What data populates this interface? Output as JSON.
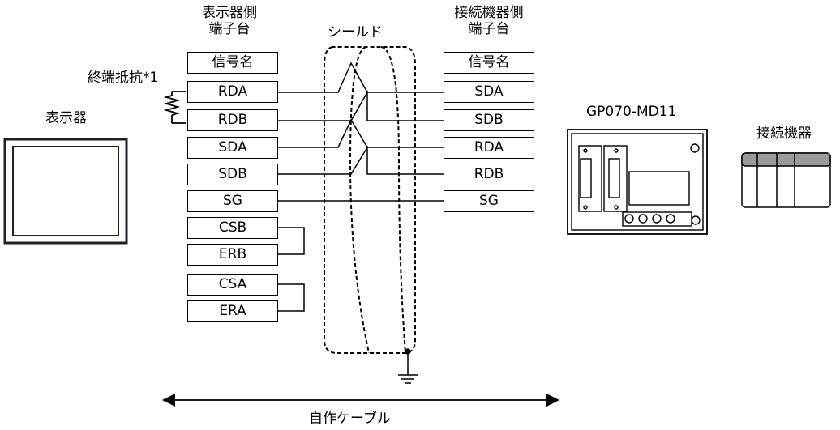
{
  "display_side_header": [
    "表示器側",
    "端子台"
  ],
  "device_side_header": [
    "接続機器側",
    "端子台"
  ],
  "shield_label": "シールド",
  "terminator_label": "終端抵抗*1",
  "display_label": "表示器",
  "module_label": "GP070-MD11",
  "device_label": "接続機器",
  "cable_label": "自作ケーブル",
  "display_terminal": {
    "header": "信号名",
    "signals": [
      "RDA",
      "RDB",
      "SDA",
      "SDB",
      "SG",
      "CSB",
      "ERB",
      "CSA",
      "ERA"
    ]
  },
  "device_terminal": {
    "header": "信号名",
    "signals": [
      "SDA",
      "SDB",
      "RDA",
      "RDB",
      "SG"
    ]
  }
}
